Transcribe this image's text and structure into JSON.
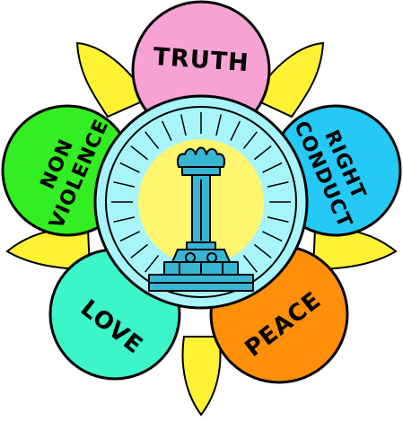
{
  "petals": {
    "truth": {
      "label": "TRUTH",
      "color": "#f6a2d3"
    },
    "right_conduct": {
      "line1": "RIGHT",
      "line2": "CONDUCT",
      "color": "#25c9f5"
    },
    "peace": {
      "label": "PEACE",
      "color": "#ff8f08"
    },
    "love": {
      "label": "LOVE",
      "color": "#3cf5c8"
    },
    "non_violence": {
      "line1": "NON",
      "line2": "VIOLENCE",
      "color": "#33ee22"
    }
  },
  "colors": {
    "leaf": "#fff233",
    "ring": "#a8f4fb",
    "sun": "#fff56e",
    "pillar": "#37b6d4",
    "outline": "#000000"
  },
  "icons": {
    "center": "lotus-pillar-icon"
  }
}
